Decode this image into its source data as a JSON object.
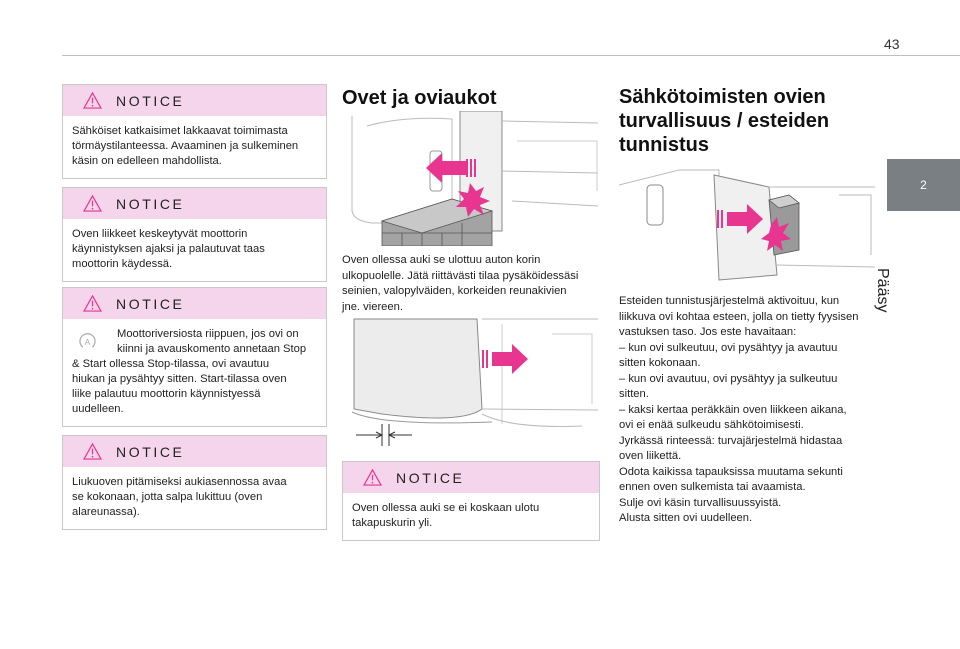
{
  "page": {
    "number": "43",
    "chapter_tab": "2",
    "chapter_label": "Pääsy"
  },
  "left_notices": [
    {
      "title": "NOTICE",
      "lines": [
        "Sähköiset katkaisimet lakkaavat toimimasta",
        "törmäystilanteessa. Avaaminen ja sulkeminen",
        "käsin on edelleen mahdollista."
      ]
    },
    {
      "title": "NOTICE",
      "lines": [
        "Oven liikkeet keskeytyvät moottorin",
        "käynnistyksen ajaksi ja palautuvat taas",
        "moottorin käydessä."
      ]
    },
    {
      "title": "NOTICE",
      "lines": [
        "Moottoriversiosta riippuen, jos ovi on",
        "kiinni ja avauskomento annetaan Stop",
        "& Start ollessa Stop-tilassa, ovi avautuu",
        "hiukan ja pysähtyy sitten. Start-tilassa oven",
        "liike palautuu moottorin käynnistyessä",
        "uudelleen."
      ]
    },
    {
      "title": "NOTICE",
      "lines": [
        "Liukuoven pitämiseksi aukiasennossa avaa",
        "se kokonaan, jotta salpa lukittuu (oven",
        "alareunassa)."
      ]
    }
  ],
  "middle": {
    "heading": "Ovet ja oviaukot",
    "paragraph": [
      "Oven ollessa auki se ulottuu auton korin",
      "ulkopuolelle. Jätä riittävästi tilaa pysäköidessäsi",
      "seinien, valopylväiden, korkeiden reunakivien",
      "jne. viereen."
    ],
    "notice": {
      "title": "NOTICE",
      "lines": [
        "Oven ollessa auki se ei koskaan ulotu",
        "takapuskurin yli."
      ]
    }
  },
  "right": {
    "heading": [
      "Sähkötoimisten ovien",
      "turvallisuus / esteiden",
      "tunnistus"
    ],
    "paragraph": [
      "Esteiden tunnistusjärjestelmä aktivoituu, kun",
      "liikkuva ovi kohtaa esteen, jolla on tietty fyysisen",
      "vastuksen taso. Jos este havaitaan:",
      "–  kun ovi sulkeutuu, ovi pysähtyy ja avautuu",
      "sitten kokonaan.",
      "–  kun ovi avautuu, ovi pysähtyy ja sulkeutuu",
      "sitten.",
      "–  kaksi kertaa peräkkäin oven liikkeen aikana,",
      "ovi ei enää sulkeudu sähkötoimisesti.",
      "Jyrkässä rinteessä: turvajärjestelmä hidastaa",
      "oven liikettä.",
      "Odota kaikissa tapauksissa muutama sekunti",
      "ennen oven sulkemista tai avaamista.",
      "Sulje ovi käsin turvallisuussyistä.",
      "Alusta sitten ovi uudelleen."
    ]
  },
  "colors": {
    "notice_header": "#f5d5ec",
    "side_tab": "#7a7f84",
    "arrow": "#e8358f"
  }
}
